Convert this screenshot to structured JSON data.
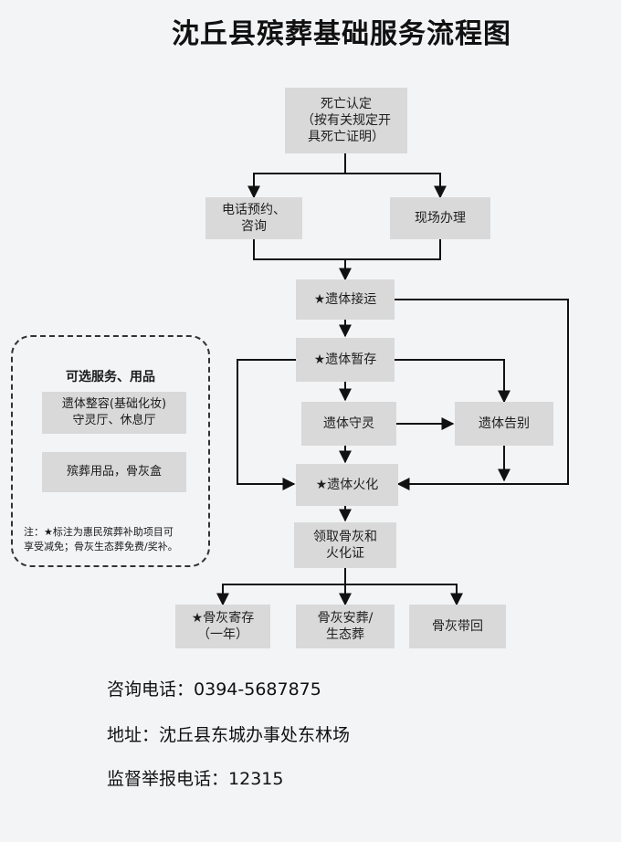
{
  "title": "沈丘县殡葬基础服务流程图",
  "nodes": {
    "death_cert": "死亡认定\n（按有关规定开\n具死亡证明）",
    "phone": "电话预约、\n咨询",
    "onsite": "现场办理",
    "transport": "★遗体接运",
    "storage": "★遗体暂存",
    "vigil": "遗体守灵",
    "farewell": "遗体告别",
    "cremation": "★遗体火化",
    "ashes_cert": "领取骨灰和\n火化证",
    "deposit": "★骨灰寄存\n（一年）",
    "burial": "骨灰安葬/\n生态葬",
    "take_home": "骨灰带回"
  },
  "optional": {
    "title": "可选服务、用品",
    "item1": "遗体整容(基础化妆)\n守灵厅、休息厅",
    "item2": "殡葬用品，骨灰盒",
    "note": "注：★标注为惠民殡葬补助项目可\n享受减免；骨灰生态葬免费/奖补。"
  },
  "contact": {
    "consult_label": "咨询电话：",
    "consult_phone": "0394-5687875",
    "address_label": "地址：",
    "address": "沈丘县东城办事处东林场",
    "report_label": "监督举报电话：",
    "report_phone": "12315"
  }
}
